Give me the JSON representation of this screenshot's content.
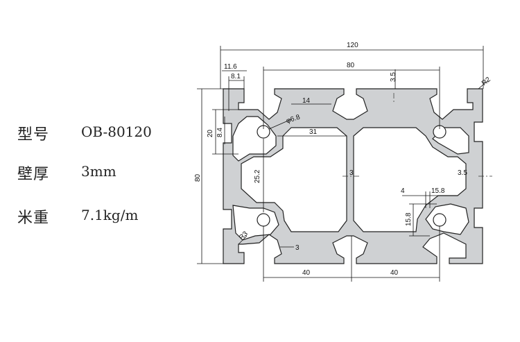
{
  "specs": [
    {
      "label": "型号",
      "value": "OB-80120"
    },
    {
      "label": "壁厚",
      "value": "3mm"
    },
    {
      "label": "米重",
      "value": "7.1kg/m"
    }
  ],
  "dimensions": {
    "overall_width": "120",
    "inner_width": "80",
    "d_11_6": "11.6",
    "d_8_1": "8.1",
    "d_3_5_top": "3.5",
    "r2": "R2",
    "d_14": "14",
    "d_6_8": "φ6.8",
    "d_31": "31",
    "d_20": "20",
    "d_8_4": "8.4",
    "overall_height": "80",
    "d_25_2": "25.2",
    "d_3_web": "3",
    "d_3_5_side": "3.5",
    "d_4": "4",
    "d_15_8_h": "15.8",
    "d_15_8_v": "15.8",
    "d_r3": "R3",
    "d_3_wall": "3",
    "d_40_left": "40",
    "d_40_right": "40"
  }
}
